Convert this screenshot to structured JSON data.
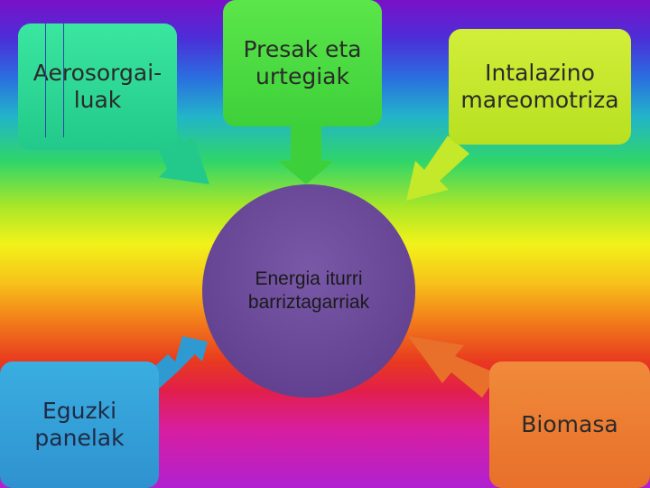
{
  "center": {
    "label": "Energia iturri\nbarriztagarriak"
  },
  "nodes": [
    {
      "id": "aero",
      "label": "Aerosorgai-\nluak",
      "color": "#2fdc96"
    },
    {
      "id": "presak",
      "label": "Presak eta\nurtegiak",
      "color": "#4ad840"
    },
    {
      "id": "intal",
      "label": "Intalazino\nmareomotriza",
      "color": "#c8e82c"
    },
    {
      "id": "eguzki",
      "label": "Eguzki\npanelak",
      "color": "#35a0d8"
    },
    {
      "id": "biomasa",
      "label": "Biomasa",
      "color": "#ec7e32"
    }
  ],
  "center_color": "#6a4a98"
}
